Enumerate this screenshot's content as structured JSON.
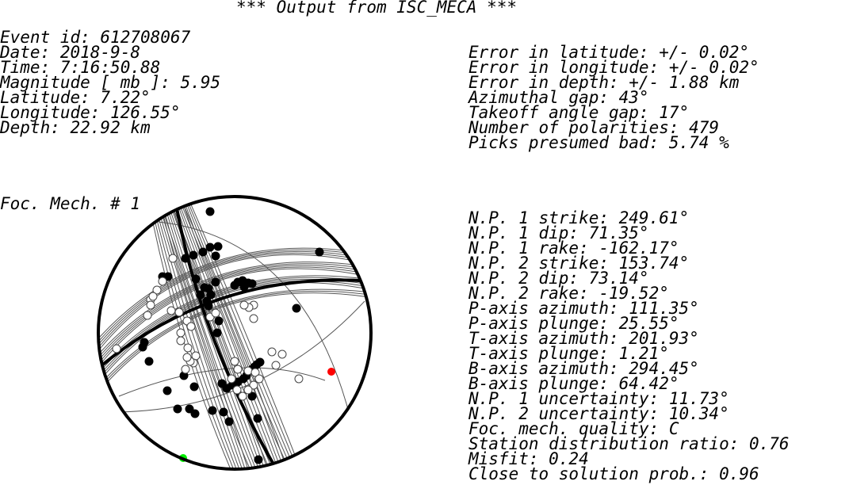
{
  "title": "*** Output from ISC_MECA ***",
  "event_info": [
    "Event id: 612708067",
    "Date: 2018-9-8",
    "Time: 7:16:50.88",
    "Magnitude [ mb ]: 5.95",
    "Latitude: 7.22°",
    "Longitude: 126.55°",
    "Depth: 22.92 km"
  ],
  "error_info": [
    "Error in latitude: +/- 0.02°",
    "Error in longitude: +/- 0.02°",
    "Error in depth: +/- 1.88 km",
    "Azimuthal gap: 43°",
    "Takeoff angle gap: 17°",
    "Number of polarities: 479",
    "Picks presumed bad: 5.74 %"
  ],
  "foc_mech_title": "Foc. Mech. # 1",
  "focal_params": [
    "N.P. 1 strike: 249.61°",
    "N.P. 1 dip: 71.35°",
    "N.P. 1 rake: -162.17°",
    "N.P. 2 strike: 153.74°",
    "N.P. 2 dip: 73.14°",
    "N.P. 2 rake: -19.52°",
    "P-axis azimuth: 111.35°",
    "P-axis plunge: 25.55°",
    "T-axis azimuth: 201.93°",
    "T-axis plunge: 1.21°",
    "B-axis azimuth: 294.45°",
    "B-axis plunge: 64.42°",
    "N.P. 1 uncertainty: 11.73°",
    "N.P. 2 uncertainty: 10.34°",
    "Foc. mech. quality: C",
    "Station distribution ratio: 0.76",
    "Misfit: 0.24",
    "Close to solution prob.: 0.96"
  ],
  "colors": {
    "background": "#ffffff",
    "compression": "#000000",
    "dilatation": "#ffffff",
    "p_axis": "#ff0000",
    "t_axis": "#00ee00",
    "nodal_lines": "#555555"
  }
}
